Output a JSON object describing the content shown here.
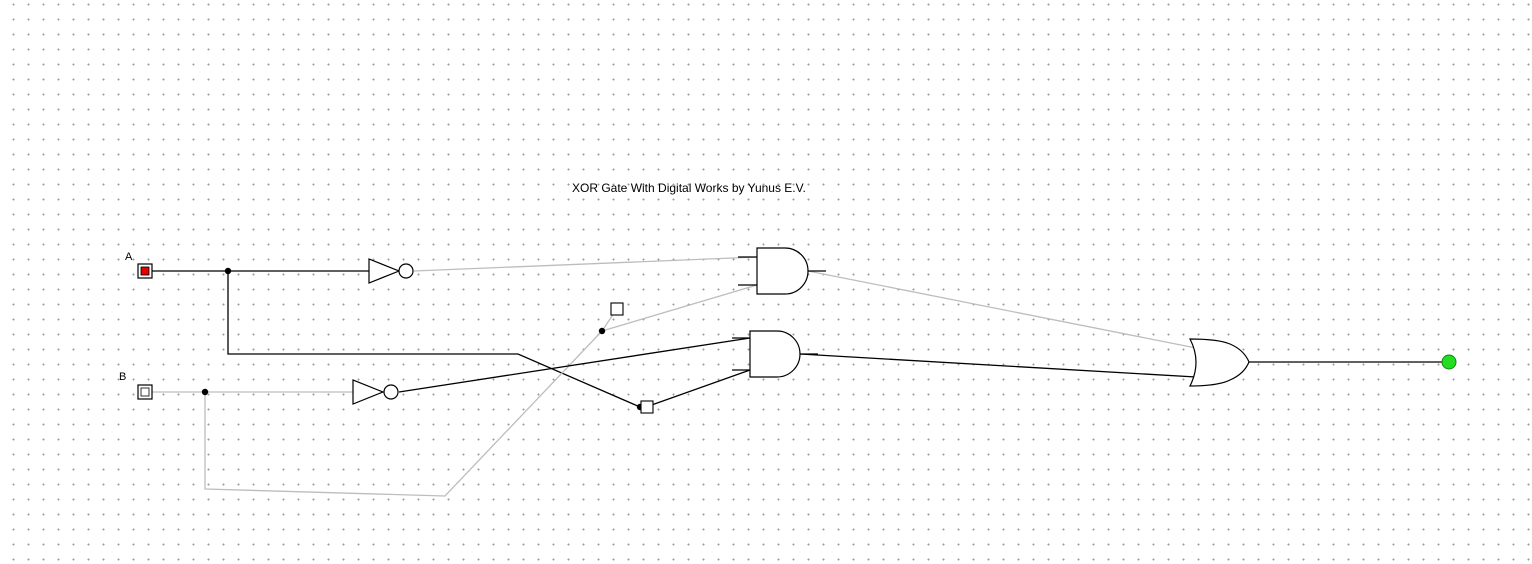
{
  "circuit": {
    "title": "XOR Gate With Digital Works by Yunus E.V.",
    "input_a_label": "A",
    "input_b_label": "B",
    "input_a_state": "on",
    "input_b_state": "off",
    "output_state": "on"
  },
  "colors": {
    "active_wire": "#000000",
    "inactive_wire": "#bdbdbd",
    "input_on": "#e00000",
    "output_on": "#22dd22"
  },
  "icons": {
    "input_a": "toggle-switch-icon",
    "input_b": "toggle-switch-icon",
    "not_gates": "not-gate-icon",
    "and_gates": "and-gate-icon",
    "or_gate": "or-gate-icon",
    "output": "led-icon"
  }
}
